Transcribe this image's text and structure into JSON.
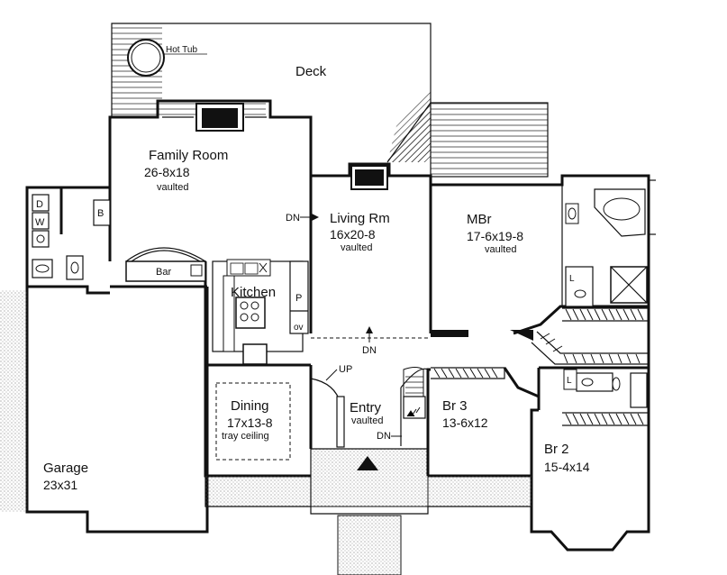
{
  "colors": {
    "ink": "#111111",
    "paper": "#ffffff",
    "hatch": "#222222"
  },
  "deck": {
    "label": "Deck",
    "hot_tub": "Hot Tub"
  },
  "rooms": {
    "family": {
      "name": "Family Room",
      "dim": "26-8x18",
      "note": "vaulted"
    },
    "living": {
      "name": "Living Rm",
      "dim": "16x20-8",
      "note": "vaulted"
    },
    "mbr": {
      "name": "MBr",
      "dim": "17-6x19-8",
      "note": "vaulted"
    },
    "kitchen": {
      "name": "Kitchen"
    },
    "dining": {
      "name": "Dining",
      "dim": "17x13-8",
      "note": "tray ceiling"
    },
    "entry": {
      "name": "Entry",
      "note": "vaulted"
    },
    "br3": {
      "name": "Br 3",
      "dim": "13-6x12"
    },
    "br2": {
      "name": "Br 2",
      "dim": "15-4x14"
    },
    "garage": {
      "name": "Garage",
      "dim": "23x31"
    },
    "bar": {
      "name": "Bar"
    }
  },
  "marks": {
    "dn_living": "DN",
    "dn_hall": "DN",
    "dn_stair": "DN",
    "up_stair": "UP",
    "pantry": "P",
    "oven": "ov",
    "broom": "B",
    "dryer": "D",
    "washer": "W",
    "linen_mbath": "L",
    "linen_bath2": "L"
  }
}
